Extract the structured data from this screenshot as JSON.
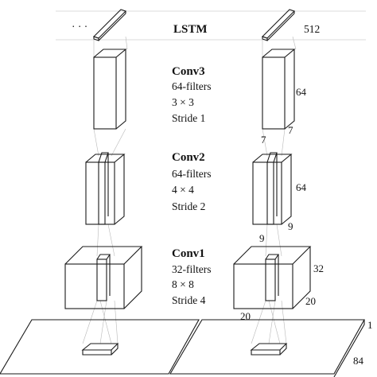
{
  "lstm": {
    "name": "LSTM",
    "units": "512",
    "ellipsis": "· · ·"
  },
  "conv3": {
    "name": "Conv3",
    "filters": "64-filters",
    "kernel": "3 × 3",
    "stride": "Stride 1",
    "depth": "64",
    "height": "7",
    "width": "7"
  },
  "conv2": {
    "name": "Conv2",
    "filters": "64-filters",
    "kernel": "4 × 4",
    "stride": "Stride 2",
    "depth": "64",
    "height": "9",
    "width": "9"
  },
  "conv1": {
    "name": "Conv1",
    "filters": "32-filters",
    "kernel": "8 × 8",
    "stride": "Stride 4",
    "depth": "32",
    "height": "20",
    "width": "20"
  },
  "input": {
    "channels": "1",
    "size": "84"
  }
}
